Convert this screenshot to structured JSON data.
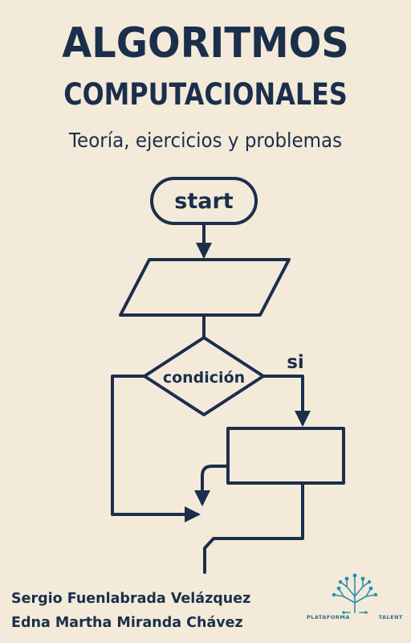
{
  "cover": {
    "title_line1": "ALGORITMOS",
    "title_line2": "COMPUTACIONALES",
    "subtitle": "Teoría, ejercicios y problemas"
  },
  "flowchart": {
    "start_label": "start",
    "decision_label": "condición",
    "branch_label": "si"
  },
  "authors": [
    "Sergio Fuenlabrada Velázquez",
    "Edna Martha Miranda Chávez"
  ],
  "publisher": {
    "name_left": "PLATAFORMA",
    "name_right": "TALENT",
    "logo_icon": "circuit-tree-icon"
  },
  "colors": {
    "background": "#f3ead9",
    "ink": "#1b2f4c",
    "logo_accent": "#2a8fb0"
  }
}
